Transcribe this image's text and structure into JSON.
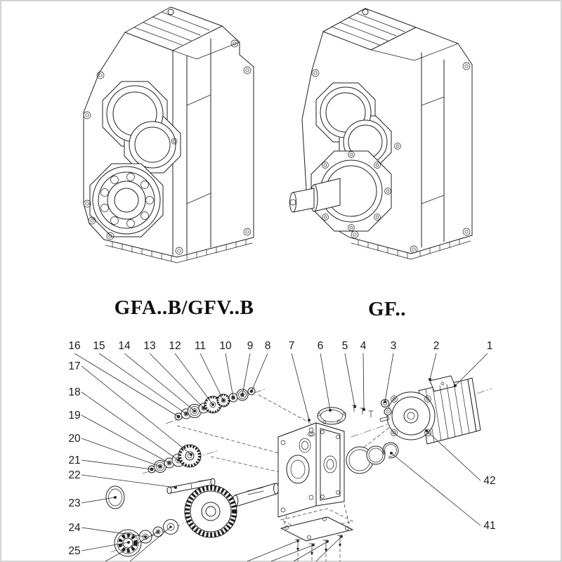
{
  "figure_labels": {
    "left_model": "GFA..B/GFV..B",
    "right_model": "GF.."
  },
  "exploded": {
    "callouts": [
      {
        "id": "1"
      },
      {
        "id": "2"
      },
      {
        "id": "3"
      },
      {
        "id": "4"
      },
      {
        "id": "5"
      },
      {
        "id": "6"
      },
      {
        "id": "7"
      },
      {
        "id": "8"
      },
      {
        "id": "9"
      },
      {
        "id": "10"
      },
      {
        "id": "11"
      },
      {
        "id": "12"
      },
      {
        "id": "13"
      },
      {
        "id": "14"
      },
      {
        "id": "15"
      },
      {
        "id": "16"
      },
      {
        "id": "17"
      },
      {
        "id": "18"
      },
      {
        "id": "19"
      },
      {
        "id": "20"
      },
      {
        "id": "21"
      },
      {
        "id": "22"
      },
      {
        "id": "23"
      },
      {
        "id": "24"
      },
      {
        "id": "25"
      },
      {
        "id": "41"
      },
      {
        "id": "42"
      }
    ]
  },
  "colors": {
    "line": "#1f1f1f",
    "background": "#ffffff",
    "frame": "#d4d4d4"
  }
}
